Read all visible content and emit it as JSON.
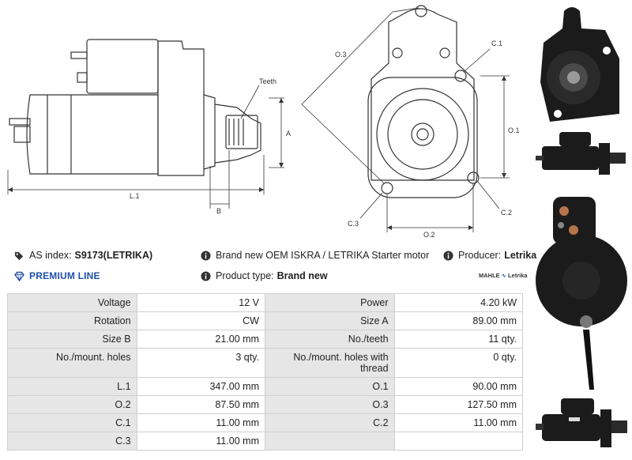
{
  "diagram": {
    "labels": {
      "teeth": "Teeth",
      "a": "A",
      "b": "B",
      "l1": "L.1",
      "o1": "O.1",
      "o2": "O.2",
      "o3": "O.3",
      "c1": "C.1",
      "c2": "C.2",
      "c3": "C.3"
    }
  },
  "info": {
    "as_index_label": "AS index:",
    "as_index_value": "S9173(LETRIKA)",
    "description": "Brand new OEM ISKRA / LETRIKA Starter motor",
    "producer_label": "Producer:",
    "producer_value": "Letrika",
    "premium": "PREMIUM LINE",
    "product_type_label": "Product type:",
    "product_type_value": "Brand new",
    "brand_mahle": "MAHLE",
    "brand_letrika": "Letrika"
  },
  "specs": [
    [
      {
        "label": "Voltage",
        "value": "12 V"
      },
      {
        "label": "Power",
        "value": "4.20 kW"
      }
    ],
    [
      {
        "label": "Rotation",
        "value": "CW"
      },
      {
        "label": "Size A",
        "value": "89.00 mm"
      }
    ],
    [
      {
        "label": "Size B",
        "value": "21.00 mm"
      },
      {
        "label": "No./teeth",
        "value": "11 qty."
      }
    ],
    [
      {
        "label": "No./mount. holes",
        "value": "3 qty."
      },
      {
        "label": "No./mount. holes with thread",
        "value": "0 qty."
      }
    ],
    [
      {
        "label": "L.1",
        "value": "347.00 mm"
      },
      {
        "label": "O.1",
        "value": "90.00 mm"
      }
    ],
    [
      {
        "label": "O.2",
        "value": "87.50 mm"
      },
      {
        "label": "O.3",
        "value": "127.50 mm"
      }
    ],
    [
      {
        "label": "C.1",
        "value": "11.00 mm"
      },
      {
        "label": "C.2",
        "value": "11.00 mm"
      }
    ],
    [
      {
        "label": "C.3",
        "value": "11.00 mm"
      },
      {
        "label": "",
        "value": ""
      }
    ]
  ],
  "colors": {
    "premium_blue": "#1f4fa8",
    "label_bg": "#e6e6e6",
    "border": "#cfcfcf"
  }
}
